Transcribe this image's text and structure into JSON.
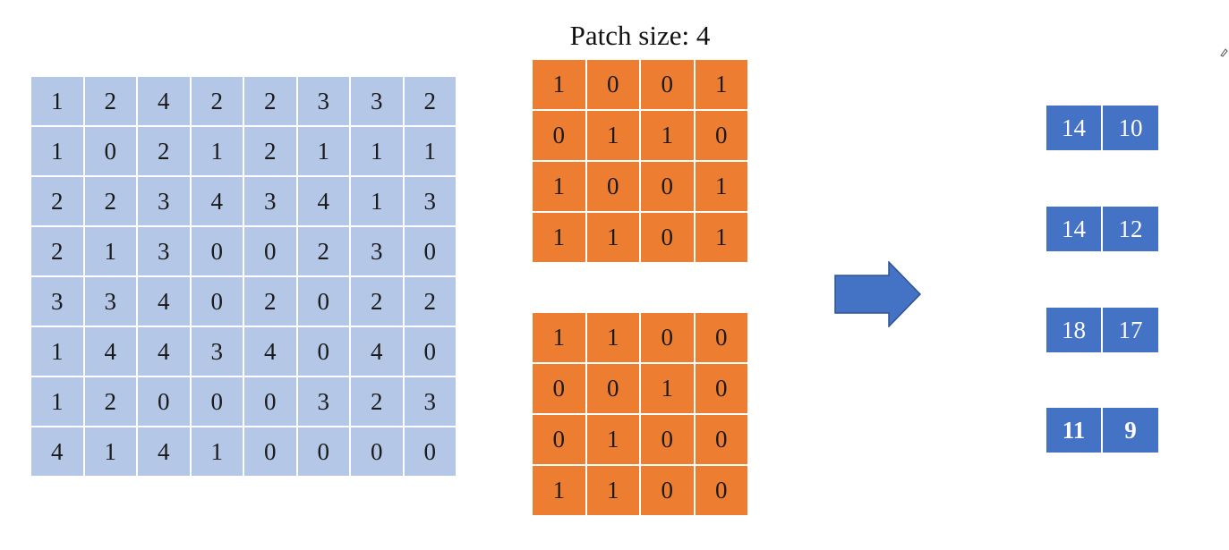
{
  "title": "Patch size: 4",
  "input_matrix": [
    [
      "1",
      "2",
      "4",
      "2",
      "2",
      "3",
      "3",
      "2"
    ],
    [
      "1",
      "0",
      "2",
      "1",
      "2",
      "1",
      "1",
      "1"
    ],
    [
      "2",
      "2",
      "3",
      "4",
      "3",
      "4",
      "1",
      "3"
    ],
    [
      "2",
      "1",
      "3",
      "0",
      "0",
      "2",
      "3",
      "0"
    ],
    [
      "3",
      "3",
      "4",
      "0",
      "2",
      "0",
      "2",
      "2"
    ],
    [
      "1",
      "4",
      "4",
      "3",
      "4",
      "0",
      "4",
      "0"
    ],
    [
      "1",
      "2",
      "0",
      "0",
      "0",
      "3",
      "2",
      "3"
    ],
    [
      "4",
      "1",
      "4",
      "1",
      "0",
      "0",
      "0",
      "0"
    ]
  ],
  "patches": [
    [
      [
        "1",
        "0",
        "0",
        "1"
      ],
      [
        "0",
        "1",
        "1",
        "0"
      ],
      [
        "1",
        "0",
        "0",
        "1"
      ],
      [
        "1",
        "1",
        "0",
        "1"
      ]
    ],
    [
      [
        "1",
        "1",
        "0",
        "0"
      ],
      [
        "0",
        "0",
        "1",
        "0"
      ],
      [
        "0",
        "1",
        "0",
        "0"
      ],
      [
        "1",
        "1",
        "0",
        "0"
      ]
    ]
  ],
  "outputs": [
    [
      "14",
      "10"
    ],
    [
      "14",
      "12"
    ],
    [
      "18",
      "17"
    ],
    [
      "11",
      "9"
    ]
  ],
  "output_bold_rows": [
    3
  ],
  "colors": {
    "input_cell": "#b4c7e7",
    "patch_cell": "#ed7d31",
    "output_cell": "#4472c4",
    "arrow": "#4472c4"
  },
  "icons": {
    "arrow": "right-arrow-icon"
  }
}
